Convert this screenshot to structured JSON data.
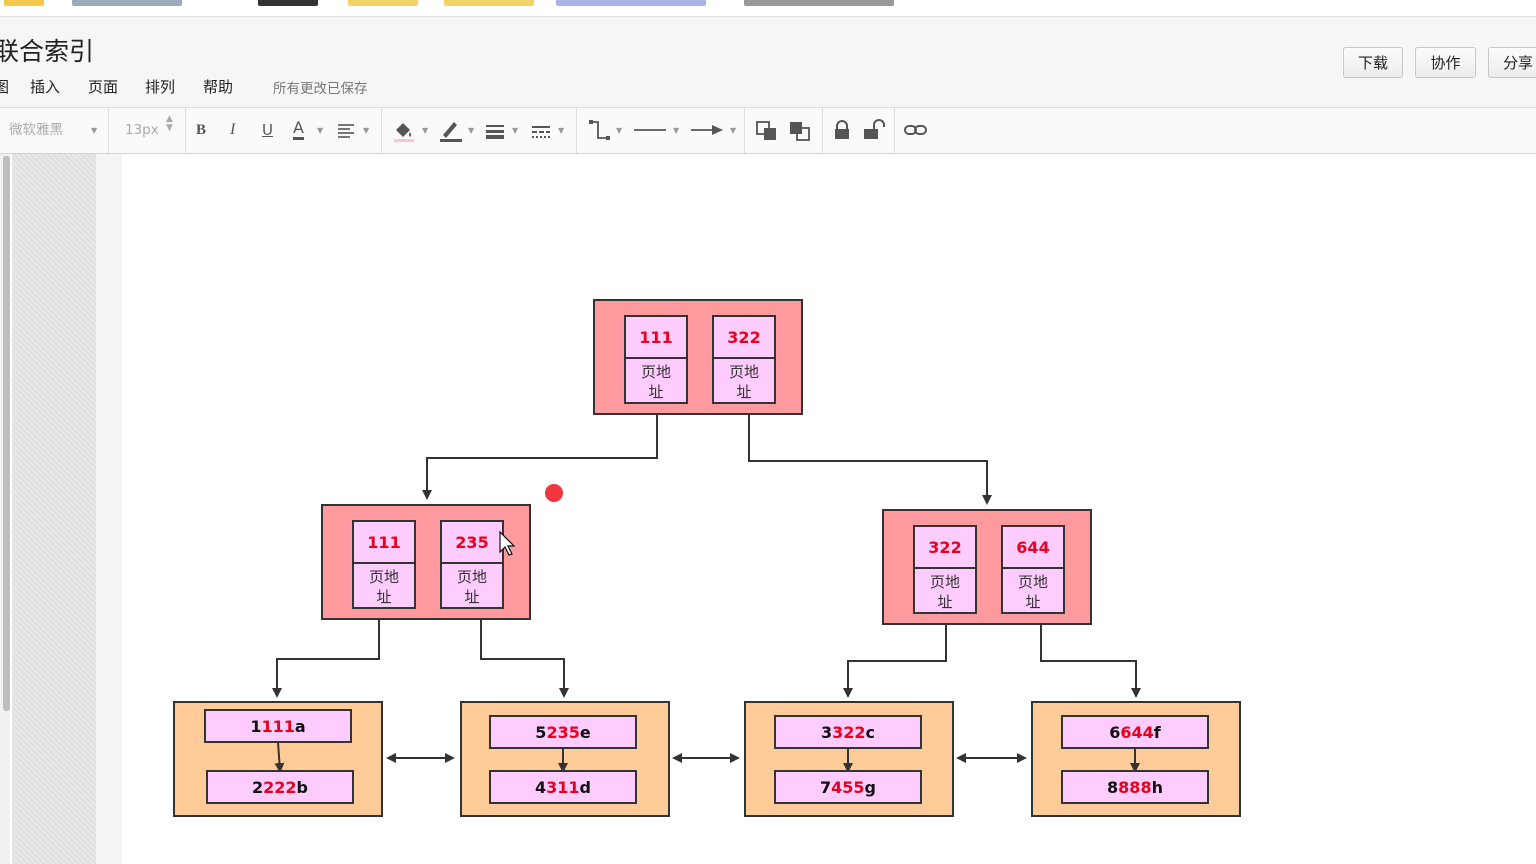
{
  "app": {
    "doc_title": "联合索引",
    "menu": [
      "图",
      "插入",
      "页面",
      "排列",
      "帮助"
    ],
    "save_status": "所有更改已保存",
    "buttons": {
      "download": "下载",
      "collab": "协作",
      "share": "分享"
    }
  },
  "toolbar": {
    "font_family": "微软雅黑",
    "font_size": "13px",
    "bold": "B",
    "italic": "I",
    "underline": "U",
    "font_color": "A",
    "icons": [
      "align-icon",
      "fill-icon",
      "line-color-icon",
      "line-weight-icon",
      "line-style-icon",
      "connector-icon",
      "line-type-icon",
      "arrow-icon",
      "bring-front-icon",
      "send-back-icon",
      "lock-icon",
      "unlock-icon",
      "link-icon"
    ]
  },
  "diagram": {
    "colors": {
      "internal_fill": "#ff9a9e",
      "key_fill": "#ffccff",
      "key_text": "#e8001c",
      "leaf_fill": "#ffcc99",
      "stroke": "#333333",
      "cursor_dot": "#f2353f"
    },
    "root": {
      "keys": [
        {
          "value": "111",
          "ptr": [
            "页地",
            "址"
          ]
        },
        {
          "value": "322",
          "ptr": [
            "页地",
            "址"
          ]
        }
      ]
    },
    "left": {
      "keys": [
        {
          "value": "111",
          "ptr": [
            "页地",
            "址"
          ]
        },
        {
          "value": "235",
          "ptr": [
            "页地",
            "址"
          ]
        }
      ]
    },
    "right": {
      "keys": [
        {
          "value": "322",
          "ptr": [
            "页地",
            "址"
          ]
        },
        {
          "value": "644",
          "ptr": [
            "页地",
            "址"
          ]
        }
      ]
    },
    "leaves": [
      {
        "rows": [
          {
            "a": "1",
            "b": "111",
            "c": "a"
          },
          {
            "a": "2",
            "b": "222",
            "c": "b"
          }
        ]
      },
      {
        "rows": [
          {
            "a": "5",
            "b": "235",
            "c": "e"
          },
          {
            "a": "4",
            "b": "311",
            "c": "d"
          }
        ]
      },
      {
        "rows": [
          {
            "a": "3",
            "b": "322",
            "c": "c"
          },
          {
            "a": "7",
            "b": "455",
            "c": "g"
          }
        ]
      },
      {
        "rows": [
          {
            "a": "6",
            "b": "644",
            "c": "f"
          },
          {
            "a": "8",
            "b": "888",
            "c": "h"
          }
        ]
      }
    ]
  }
}
